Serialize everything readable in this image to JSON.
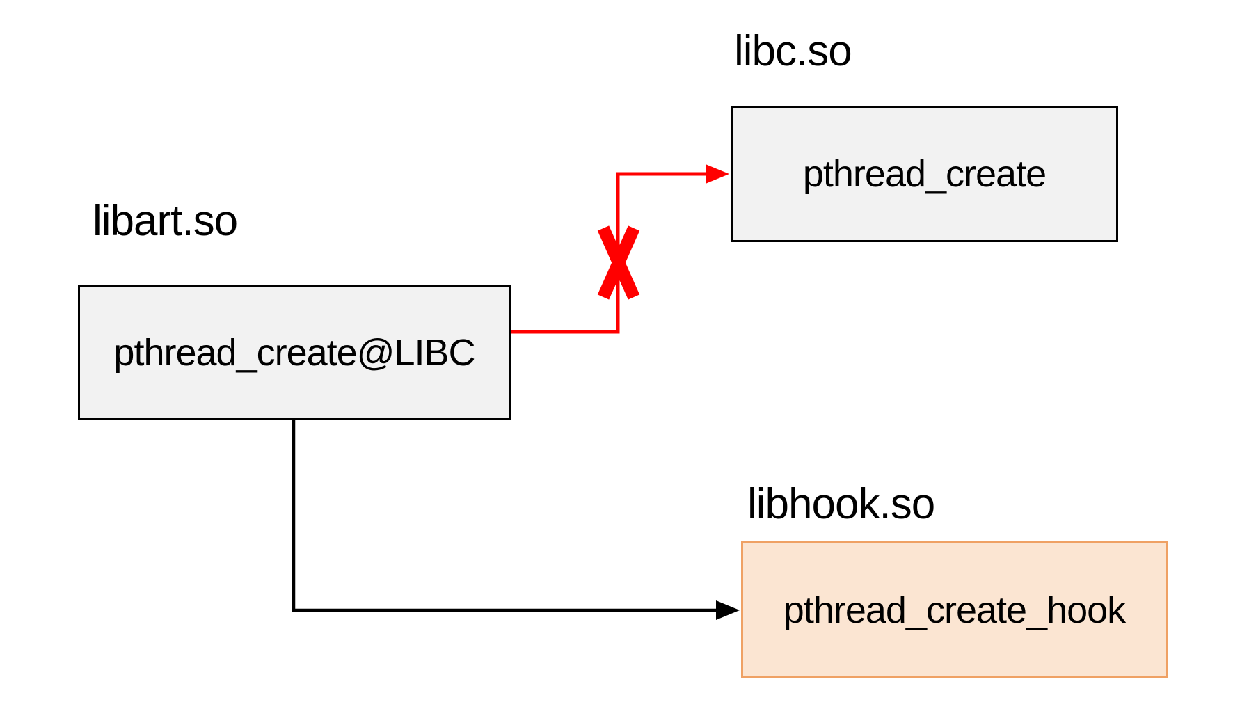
{
  "diagram": {
    "nodes": [
      {
        "id": "libart",
        "library": "libart.so",
        "function": "pthread_create@LIBC"
      },
      {
        "id": "libc",
        "library": "libc.so",
        "function": "pthread_create"
      },
      {
        "id": "libhook",
        "library": "libhook.so",
        "function": "pthread_create_hook"
      }
    ],
    "arrows": [
      {
        "id": "blocked-call",
        "from": "pthread_create@LIBC",
        "to": "pthread_create",
        "style": "blocked",
        "color": "#FF0000"
      },
      {
        "id": "hook-call",
        "from": "pthread_create@LIBC",
        "to": "pthread_create_hook",
        "style": "normal",
        "color": "#000000"
      }
    ]
  },
  "colors": {
    "background": "#FFFFFF",
    "box-fill": "#F2F2F2",
    "box-border": "#000000",
    "hook-fill": "#FBE5D2",
    "hook-border": "#EFA164",
    "arrow-red": "#FF0000",
    "arrow-black": "#000000",
    "text": "#000000"
  }
}
